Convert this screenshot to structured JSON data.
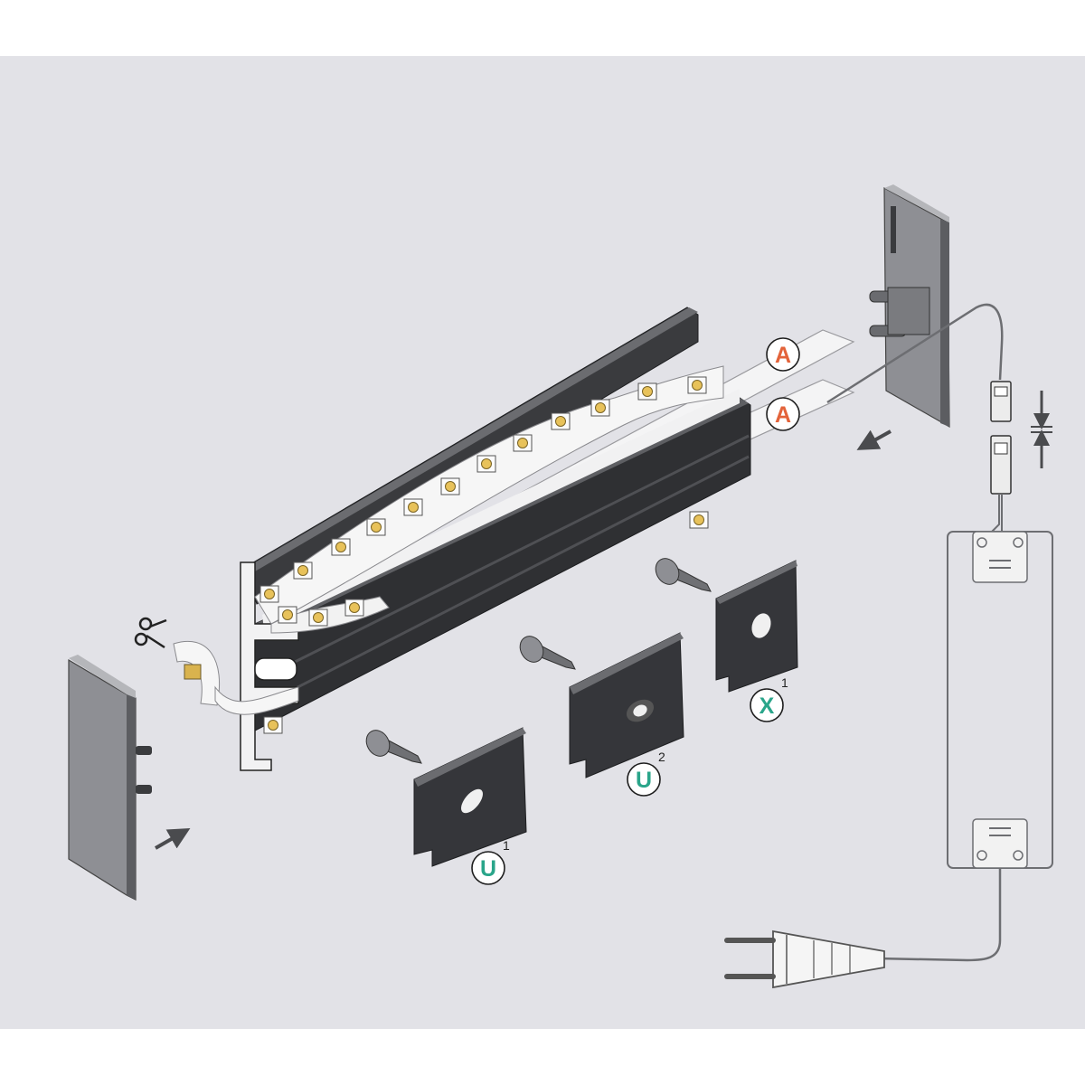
{
  "colors": {
    "background": "#e2e2e7",
    "margin": "#ffffff",
    "profile_dark": "#2f3033",
    "profile_face": "#3c3d40",
    "metal_edge": "#e9e9ea",
    "diffuser": "#f4f4f5",
    "led_strip": "#f6f6f6",
    "led_chip": "#e8c25a",
    "cap_grey": "#8e8f94",
    "arrow": "#4a4b4e",
    "cable": "#6d6e72",
    "badge_letter_red": "#e3633a",
    "badge_letter_green": "#2aa58a"
  },
  "icons": [
    "scissors-icon",
    "arrow-icon",
    "screw-icon",
    "power-plug-icon",
    "led-driver-icon",
    "connector-icon"
  ],
  "badges": [
    {
      "name": "badge-a-diffuser-top",
      "letter": "A",
      "sup": "",
      "color": "red"
    },
    {
      "name": "badge-a-diffuser-bottom",
      "letter": "A",
      "sup": "",
      "color": "red"
    },
    {
      "name": "badge-x-clip",
      "letter": "X",
      "sup": "1",
      "color": "green"
    },
    {
      "name": "badge-u2-clip",
      "letter": "U",
      "sup": "2",
      "color": "green"
    },
    {
      "name": "badge-u1-clip",
      "letter": "U",
      "sup": "1",
      "color": "green"
    }
  ]
}
